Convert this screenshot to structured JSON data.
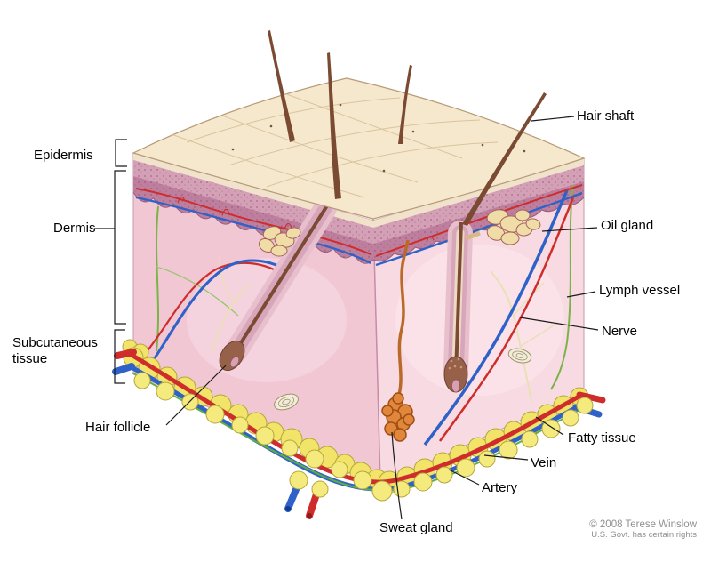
{
  "labels": {
    "epidermis": "Epidermis",
    "dermis": "Dermis",
    "subcutaneous_tissue": "Subcutaneous tissue",
    "hair_follicle": "Hair follicle",
    "hair_shaft": "Hair shaft",
    "oil_gland": "Oil gland",
    "lymph_vessel": "Lymph vessel",
    "nerve": "Nerve",
    "fatty_tissue": "Fatty tissue",
    "vein": "Vein",
    "artery": "Artery",
    "sweat_gland": "Sweat gland"
  },
  "credit": {
    "line1": "© 2008 Terese Winslow",
    "line2": "U.S. Govt. has certain rights"
  },
  "colors": {
    "skin_surface": "#f6e8cc",
    "epidermis_band": "#bd7f9d",
    "dermis_left_face": "#f1c7d3",
    "dermis_right_face": "#f8dbe2",
    "fatty_tissue": "#f1e468",
    "artery": "#cf2c2c",
    "vein": "#2f62c9",
    "lymph_vessel": "#7cb24a",
    "nerve": "#e9e0b5",
    "hair": "#7a4a33",
    "oil_gland": "#efdca6",
    "sweat_gland": "#e0873b",
    "label_text": "#000000",
    "credit_text": "#8f8f8f"
  }
}
